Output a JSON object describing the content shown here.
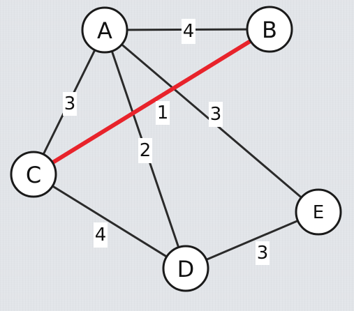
{
  "graph": {
    "nodes": [
      {
        "id": "A",
        "label": "A"
      },
      {
        "id": "B",
        "label": "B"
      },
      {
        "id": "C",
        "label": "C"
      },
      {
        "id": "D",
        "label": "D"
      },
      {
        "id": "E",
        "label": "E"
      }
    ],
    "edges": [
      {
        "from": "A",
        "to": "B",
        "weight": "4",
        "highlighted": false
      },
      {
        "from": "A",
        "to": "C",
        "weight": "3",
        "highlighted": false
      },
      {
        "from": "A",
        "to": "D",
        "weight": "2",
        "highlighted": false
      },
      {
        "from": "A",
        "to": "E",
        "weight": "3",
        "highlighted": false
      },
      {
        "from": "B",
        "to": "C",
        "weight": "1",
        "highlighted": true
      },
      {
        "from": "C",
        "to": "D",
        "weight": "4",
        "highlighted": false
      },
      {
        "from": "D",
        "to": "E",
        "weight": "3",
        "highlighted": false
      }
    ],
    "colors": {
      "highlight": "#e8232b",
      "edge": "#2a2a2a",
      "node_fill": "#ffffff",
      "background": "#e2e5e9"
    }
  }
}
